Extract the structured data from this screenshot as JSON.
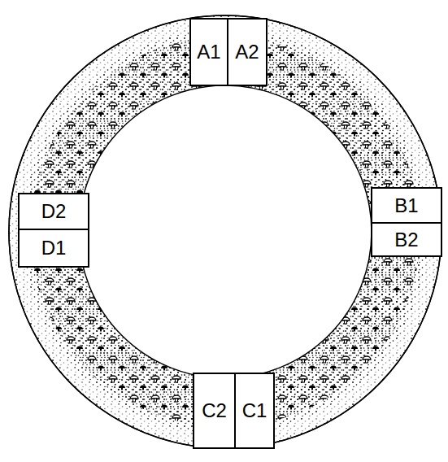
{
  "diagram": {
    "nodes": [
      {
        "text": [
          "A1"
        ]
      },
      {
        "text": [
          "A2"
        ]
      },
      {
        "text": [
          "D2"
        ]
      },
      {
        "text": [
          "B1"
        ]
      },
      {
        "text": [
          "D1"
        ]
      },
      {
        "text": [
          "B2"
        ]
      },
      {
        "text": [
          "C2"
        ]
      },
      {
        "text": [
          "C1"
        ]
      }
    ]
  }
}
